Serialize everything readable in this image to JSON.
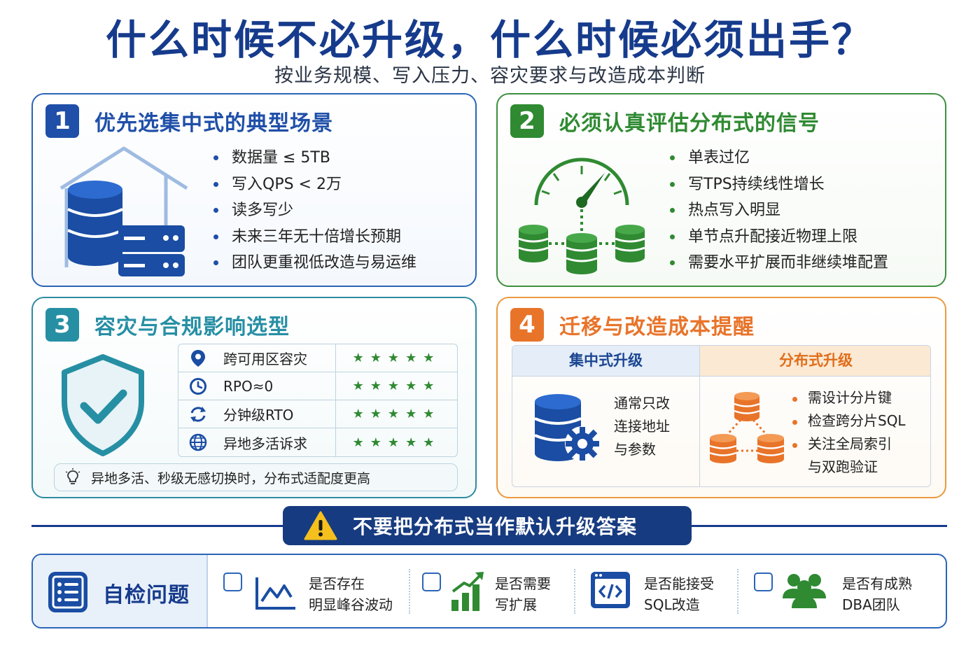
{
  "header": {
    "title": "什么时候不必升级，什么时候必须出手？",
    "subtitle": "按业务规模、写入压力、容灾要求与改造成本判断"
  },
  "panels": [
    {
      "number": "1",
      "title": "优先选集中式的典型场景",
      "accent": "#1f4fa8",
      "icon": "database-house-icon",
      "items": [
        "数据量 ≤ 5TB",
        "写入QPS < 2万",
        "读多写少",
        "未来三年无十倍增长预期",
        "团队更重视低改造与易运维"
      ]
    },
    {
      "number": "2",
      "title": "必须认真评估分布式的信号",
      "accent": "#2f8a32",
      "icon": "gauge-databases-icon",
      "items": [
        "单表过亿",
        "写TPS持续线性增长",
        "热点写入明显",
        "单节点升配接近物理上限",
        "需要水平扩展而非继续堆配置"
      ]
    },
    {
      "number": "3",
      "title": "容灾与合规影响选型",
      "accent": "#268fa4",
      "icon": "shield-check-icon",
      "rows": [
        {
          "icon": "location-pin-icon",
          "label": "跨可用区容灾",
          "stars": "★★★★★"
        },
        {
          "icon": "clock-icon",
          "label": "RPO≈0",
          "stars": "★★★★★"
        },
        {
          "icon": "refresh-icon",
          "label": "分钟级RTO",
          "stars": "★★★★★"
        },
        {
          "icon": "globe-icon",
          "label": "异地多活诉求",
          "stars": "★★★★★"
        }
      ],
      "tip": "异地多活、秒级无感切换时，分布式适配度更高",
      "tip_icon": "lightbulb-icon"
    },
    {
      "number": "4",
      "title": "迁移与改造成本提醒",
      "accent": "#e8742a",
      "left": {
        "header": "集中式升级",
        "icon": "database-gear-icon",
        "lines": [
          "通常只改",
          "连接地址",
          "与参数"
        ]
      },
      "right": {
        "header": "分布式升级",
        "icon": "distributed-databases-icon",
        "items": [
          "需设计分片键",
          "检查跨分片SQL",
          "关注全局索引"
        ],
        "continuation": "与双跑验证"
      }
    }
  ],
  "banner": {
    "text": "不要把分布式当作默认升级答案",
    "icon": "warning-icon"
  },
  "checklist": {
    "title": "自检问题",
    "icon": "checklist-icon",
    "items": [
      {
        "lines": [
          "是否存在",
          "明显峰谷波动"
        ],
        "icon": "line-chart-icon"
      },
      {
        "lines": [
          "是否需要",
          "写扩展"
        ],
        "icon": "growth-bars-icon"
      },
      {
        "lines": [
          "是否能接受",
          "SQL改造"
        ],
        "icon": "code-icon"
      },
      {
        "lines": [
          "是否有成熟",
          "DBA团队"
        ],
        "icon": "team-icon"
      }
    ]
  },
  "colors": {
    "navy": "#163b8c",
    "blue": "#1f4fa8",
    "green": "#2f8a32",
    "teal": "#268fa4",
    "orange": "#e8742a"
  }
}
